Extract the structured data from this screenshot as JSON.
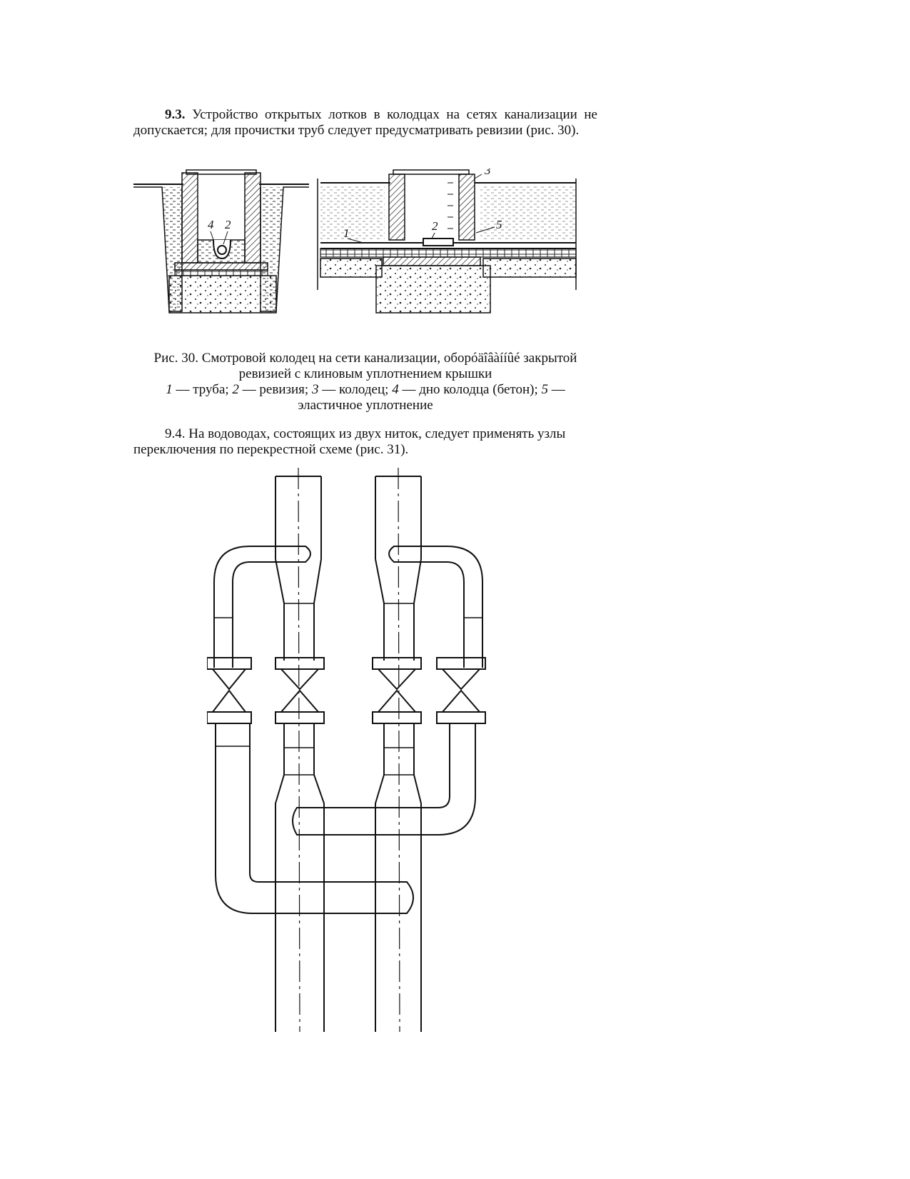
{
  "section_9_3": {
    "number": "9.3.",
    "text": " Устройство открытых лотков в колодцах на сетях канализации не допускается; для прочистки труб следует предусматривать ревизии (рис. 30)."
  },
  "figure30": {
    "labels": {
      "l1": "1",
      "l2": "2",
      "l3": "3",
      "l4": "4",
      "l5": "5"
    },
    "caption_title_1": "Рис. 30. Смотровой колодец на сети канализации, оборóäîâàííûé закрытой",
    "caption_title_2": "ревизией с клиновым уплотнением крышки",
    "legend": [
      {
        "num": "1",
        "text": " — труба; "
      },
      {
        "num": "2",
        "text": " — ревизия; "
      },
      {
        "num": "3",
        "text": " — колодец; "
      },
      {
        "num": "4",
        "text": " — дно колодца (бетон); "
      },
      {
        "num": "5",
        "text": " —"
      }
    ],
    "legend_line2": "эластичное уплотнение"
  },
  "section_9_4": {
    "text": "9.4. На водоводах, состоящих из двух ниток, следует применять узлы переключения по перекрестной схеме (рис. 31)."
  }
}
